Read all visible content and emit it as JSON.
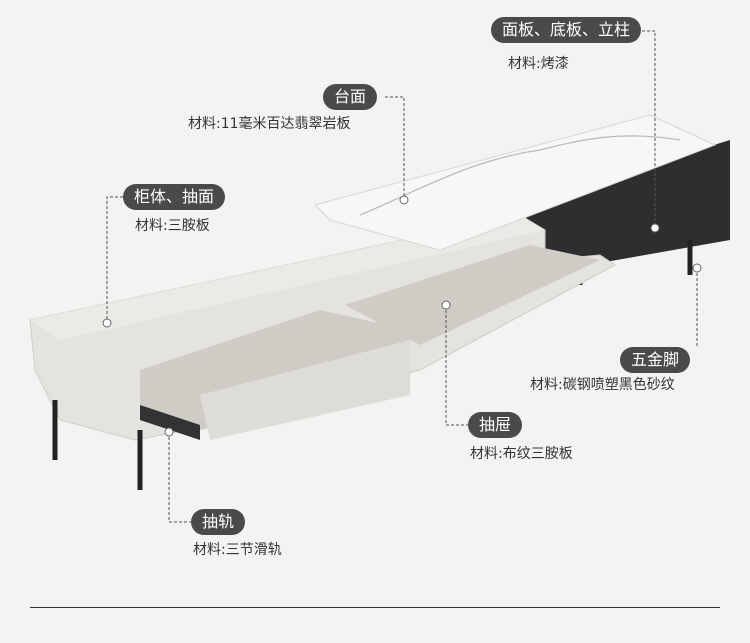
{
  "callouts": {
    "panels": {
      "title": "面板、底板、立柱",
      "material": "材料:烤漆"
    },
    "top": {
      "title": "台面",
      "material": "材料:11毫米百达翡翠岩板"
    },
    "cabinet": {
      "title": "柜体、抽面",
      "material": "材料:三胺板"
    },
    "legs": {
      "title": "五金脚",
      "material": "材料:碳钢喷塑黑色砂纹"
    },
    "drawer": {
      "title": "抽屉",
      "material": "材料:布纹三胺板"
    },
    "rail": {
      "title": "抽轨",
      "material": "材料:三节滑轨"
    }
  },
  "colors": {
    "badge": "#4a4a4a",
    "background": "#f3f3f1",
    "cabinet": "#e4e3df",
    "dark_unit": "#2e2e2e"
  }
}
